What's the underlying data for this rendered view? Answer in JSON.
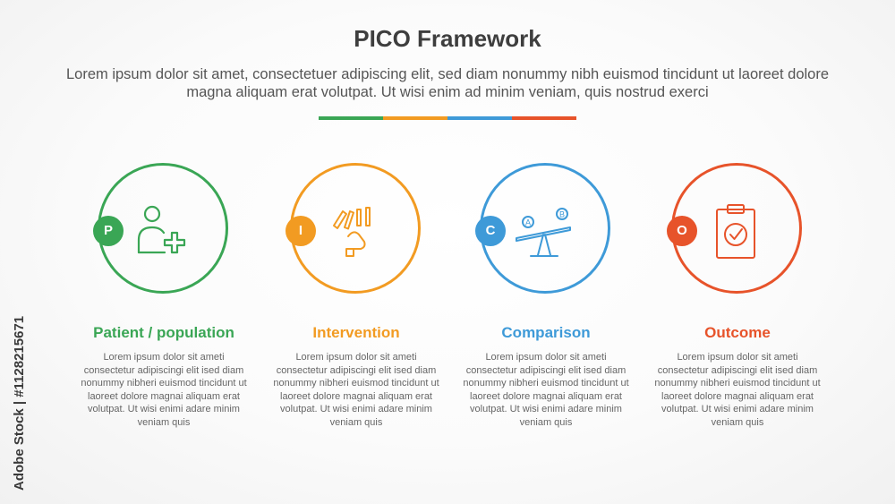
{
  "header": {
    "title": "PICO Framework",
    "subtitle": "Lorem ipsum dolor sit amet, consectetuer adipiscing elit, sed diam nonummy nibh euismod tincidunt ut laoreet dolore magna aliquam erat volutpat. Ut wisi enim ad minim veniam, quis nostrud exerci"
  },
  "divider_colors": [
    "#3aa655",
    "#f29b22",
    "#3e9ad8",
    "#e7532a"
  ],
  "items": [
    {
      "letter": "P",
      "label": "Patient / population",
      "color": "#3aa655",
      "icon": "patient-add-icon",
      "text": "Lorem ipsum dolor sit ameti consectetur adipiscingi elit ised diam nonummy nibheri euismod tincidunt ut laoreet dolore magnai aliquam erat volutpat. Ut wisi enimi adare minim veniam quis"
    },
    {
      "letter": "I",
      "label": "Intervention",
      "color": "#f29b22",
      "icon": "domino-hand-icon",
      "text": "Lorem ipsum dolor sit ameti consectetur adipiscingi elit ised diam nonummy nibheri euismod tincidunt ut laoreet dolore magnai aliquam erat volutpat. Ut wisi enimi adare minim veniam quis"
    },
    {
      "letter": "C",
      "label": "Comparison",
      "color": "#3e9ad8",
      "icon": "seesaw-ab-icon",
      "text": "Lorem ipsum dolor sit ameti consectetur adipiscingi elit ised diam nonummy nibheri euismod tincidunt ut laoreet dolore magnai aliquam erat volutpat. Ut wisi enimi adare minim veniam quis"
    },
    {
      "letter": "O",
      "label": "Outcome",
      "color": "#e7532a",
      "icon": "clipboard-check-icon",
      "text": "Lorem ipsum dolor sit ameti consectetur adipiscingi elit ised diam nonummy nibheri euismod tincidunt ut laoreet dolore magnai aliquam erat volutpat. Ut wisi enimi adare minim veniam quis"
    }
  ],
  "side_credit": "Adobe Stock | #1128215671"
}
